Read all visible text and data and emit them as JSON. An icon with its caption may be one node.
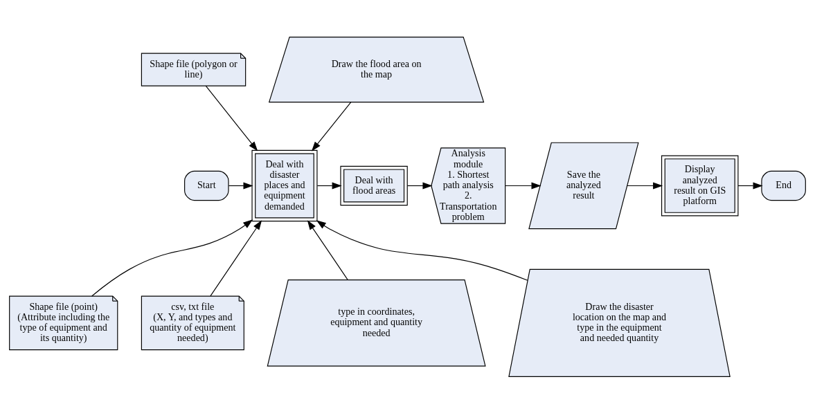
{
  "diagram": {
    "nodes": [
      {
        "text": [
          "Shape file (polygon or line)"
        ]
      },
      {
        "text": [
          "Draw the flood area on the map"
        ]
      },
      {
        "text": [
          "Start"
        ]
      },
      {
        "text": [
          "Deal with disaster places and equipment demanded"
        ]
      },
      {
        "text": [
          "Deal with flood areas"
        ]
      },
      {
        "text": [
          "Analysis module",
          "1. Shortest path analysis",
          "2. Transportation problem"
        ]
      },
      {
        "text": [
          "Save the analyzed result"
        ]
      },
      {
        "text": [
          "Display analyzed result on GIS platform"
        ]
      },
      {
        "text": [
          "End"
        ]
      },
      {
        "text": [
          "Shape file (point)",
          "(Attribute including the type of equipment and its quantity)"
        ]
      },
      {
        "text": [
          "csv, txt file",
          "(X, Y, and types and quantity of equipment needed)"
        ]
      },
      {
        "text": [
          "type in coordinates, equipment and quantity needed"
        ]
      },
      {
        "text": [
          "Draw the disaster location on the map and type in the equipment and needed quantity"
        ]
      }
    ],
    "edges": [
      {
        "from": 0,
        "to": 3,
        "arrow": "to"
      },
      {
        "from": 1,
        "to": 3,
        "arrow": "to"
      },
      {
        "from": 2,
        "to": 3,
        "arrow": "to"
      },
      {
        "from": 3,
        "to": 4,
        "arrow": "to"
      },
      {
        "from": 4,
        "to": 5,
        "arrow": "to"
      },
      {
        "from": 5,
        "to": 6,
        "arrow": "to"
      },
      {
        "from": 6,
        "to": 7,
        "arrow": "to"
      },
      {
        "from": 7,
        "to": 8,
        "arrow": "to"
      },
      {
        "from": 9,
        "to": 3,
        "arrow": "to"
      },
      {
        "from": 10,
        "to": 3,
        "arrow": "to"
      },
      {
        "from": 11,
        "to": 3,
        "arrow": "to"
      },
      {
        "from": 12,
        "to": 3,
        "arrow": "to"
      }
    ]
  }
}
